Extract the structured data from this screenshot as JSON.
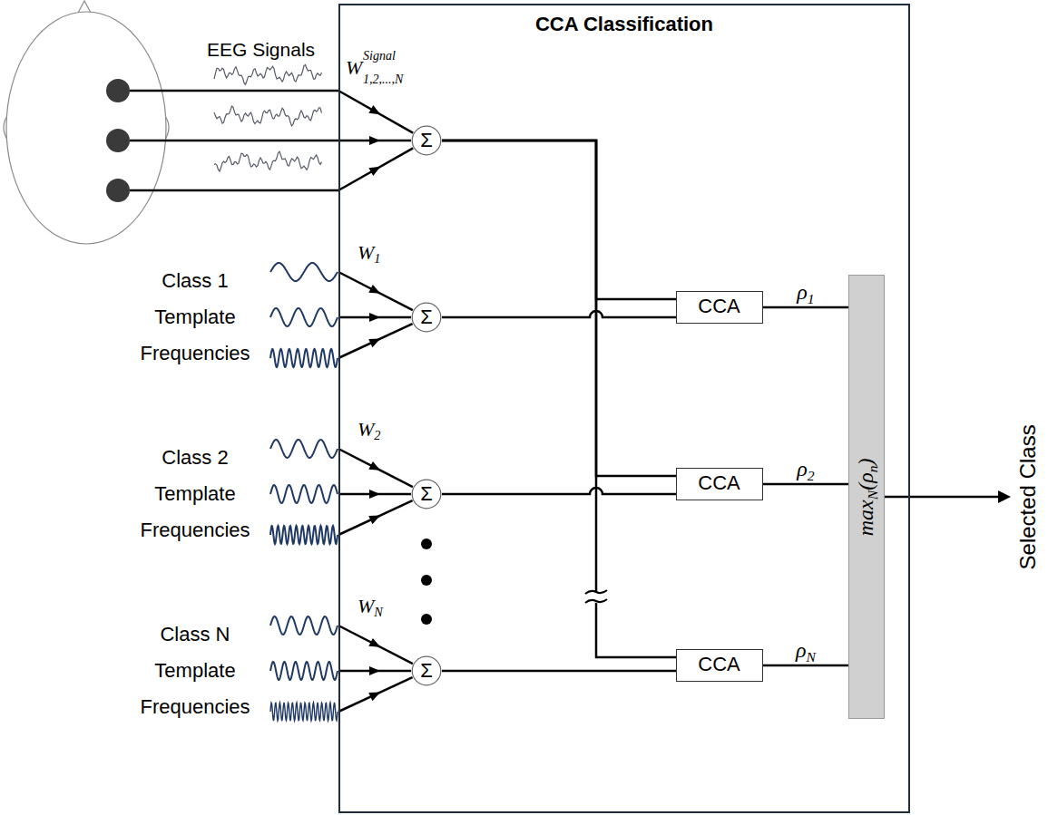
{
  "diagram": {
    "nodes": [
      {
        "text": [
          "CCA Classification"
        ]
      },
      {
        "text": [
          "Σ"
        ],
        "in": 0
      },
      {
        "text": [
          "Σ"
        ],
        "in": 0
      },
      {
        "text": [
          "Σ"
        ],
        "in": 0
      },
      {
        "text": [
          "Σ"
        ],
        "in": 0
      },
      {
        "text": [
          "CCA"
        ],
        "in": 0
      },
      {
        "text": [
          "CCA"
        ],
        "in": 0
      },
      {
        "text": [
          "CCA"
        ],
        "in": 0
      },
      {
        "text": [
          "maxN(ρn)"
        ],
        "in": 0
      }
    ],
    "edges": [
      {
        "from": 1,
        "to": 5,
        "arrow": "none"
      },
      {
        "from": 1,
        "to": 6,
        "arrow": "none"
      },
      {
        "from": 1,
        "to": 7,
        "arrow": "none"
      },
      {
        "from": 2,
        "to": 5,
        "arrow": "none"
      },
      {
        "from": 3,
        "to": 6,
        "arrow": "none"
      },
      {
        "from": 4,
        "to": 7,
        "arrow": "none"
      },
      {
        "from": 5,
        "to": 8,
        "label": "ρ1",
        "arrow": "none"
      },
      {
        "from": 6,
        "to": 8,
        "label": "ρ2",
        "arrow": "none"
      },
      {
        "from": 7,
        "to": 8,
        "label": "ρN",
        "arrow": "none"
      }
    ],
    "labels": [
      "EEG Signals",
      "W",
      "Signal",
      "1,2,...,N",
      "Class 1 Template Frequencies",
      "W1",
      "Class 2 Template Frequencies",
      "W2",
      "Class N Template Frequencies",
      "WN",
      "Selected Class"
    ]
  }
}
